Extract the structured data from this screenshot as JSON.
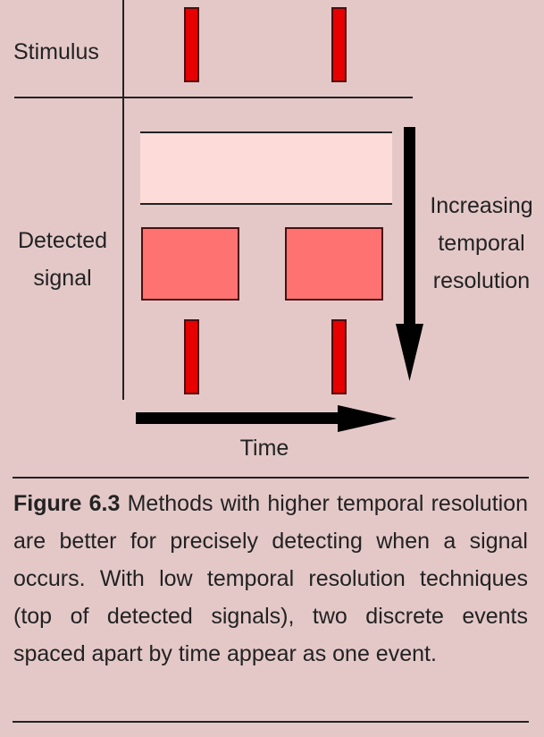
{
  "labels": {
    "stimulus": "Stimulus",
    "detected": [
      "Detected",
      "signal"
    ],
    "increasing": [
      "Increasing",
      "temporal",
      "resolution"
    ],
    "time": "Time"
  },
  "caption": {
    "figure_number": "Figure 6.3",
    "text": " Methods with higher temporal resolution are better for precisely detecting when a signal occurs. With low temporal resolution techniques (top of detected signals), two discrete events spaced apart by time appear as one event."
  },
  "colors": {
    "background": "#e4c8c8",
    "event_bar": "#e60000",
    "low_resolution_signal": "#fcdbd9",
    "high_resolution_signal": "#fe7272"
  }
}
